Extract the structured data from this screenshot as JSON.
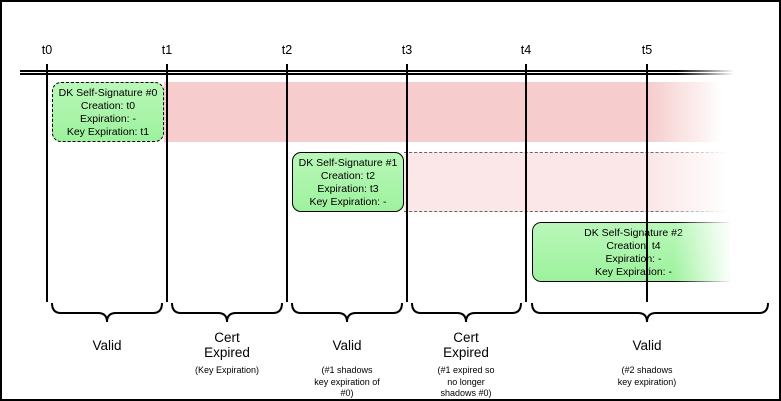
{
  "colors": {
    "band_strong": "#f6cccc",
    "band_light": "#fbe7e7",
    "signature_green": "#9df29d",
    "signature_green_light": "#b9f7b9",
    "line": "#000000"
  },
  "timeline": {
    "ticks": [
      {
        "label": "t0"
      },
      {
        "label": "t1"
      },
      {
        "label": "t2"
      },
      {
        "label": "t3"
      },
      {
        "label": "t4"
      },
      {
        "label": "t5"
      }
    ]
  },
  "signatures": [
    {
      "title": "DK Self-Signature #0",
      "creation": "Creation: t0",
      "expiration": "Expiration: -",
      "key_expiration": "Key Expiration: t1"
    },
    {
      "title": "DK Self-Signature #1",
      "creation": "Creation: t2",
      "expiration": "Expiration: t3",
      "key_expiration": "Key Expiration: -"
    },
    {
      "title": "DK Self-Signature #2",
      "creation": "Creation: t4",
      "expiration": "Expiration: -",
      "key_expiration": "Key Expiration: -"
    }
  ],
  "periods": [
    {
      "label": "Valid",
      "sub": ""
    },
    {
      "label": "Cert\nExpired",
      "sub": "(Key Expiration)"
    },
    {
      "label": "Valid",
      "sub": "(#1 shadows\nkey expiration of\n#0)"
    },
    {
      "label": "Cert\nExpired",
      "sub": "(#1 expired so\nno longer\nshadows #0)"
    },
    {
      "label": "Valid",
      "sub": "(#2 shadows\nkey expiration)"
    }
  ]
}
